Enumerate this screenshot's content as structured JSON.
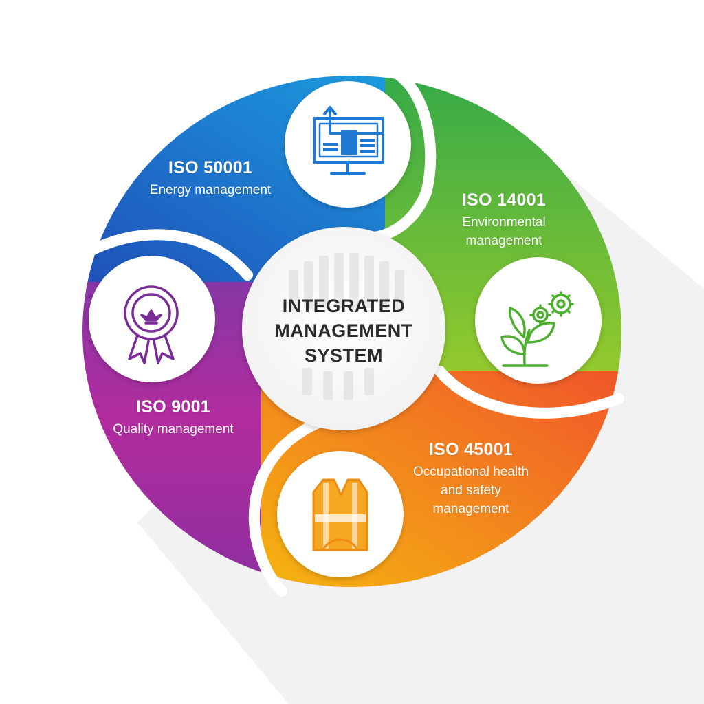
{
  "center": {
    "title_line1": "INTEGRATED",
    "title_line2": "MANAGEMENT",
    "title_line3": "SYSTEM"
  },
  "segments": [
    {
      "id": "energy",
      "standard": "ISO 50001",
      "description": "Energy management",
      "icon": "monitor-chart-icon",
      "color_start": "#1f4fb8",
      "color_end": "#1ba3e3"
    },
    {
      "id": "environmental",
      "standard": "ISO 14001",
      "description_line1": "Environmental",
      "description_line2": "management",
      "icon": "plant-gears-icon",
      "color_start": "#2fa84a",
      "color_end": "#9ccc2a"
    },
    {
      "id": "ohs",
      "standard": "ISO 45001",
      "description_line1": "Occupational health",
      "description_line2": "and safety",
      "description_line3": "management",
      "icon": "safety-vest-icon",
      "color_start": "#f5b80f",
      "color_end": "#f0542a"
    },
    {
      "id": "quality",
      "standard": "ISO 9001",
      "description": "Quality management",
      "icon": "award-ribbon-icon",
      "color_start": "#c02c9c",
      "color_end": "#6a3aa5"
    }
  ]
}
